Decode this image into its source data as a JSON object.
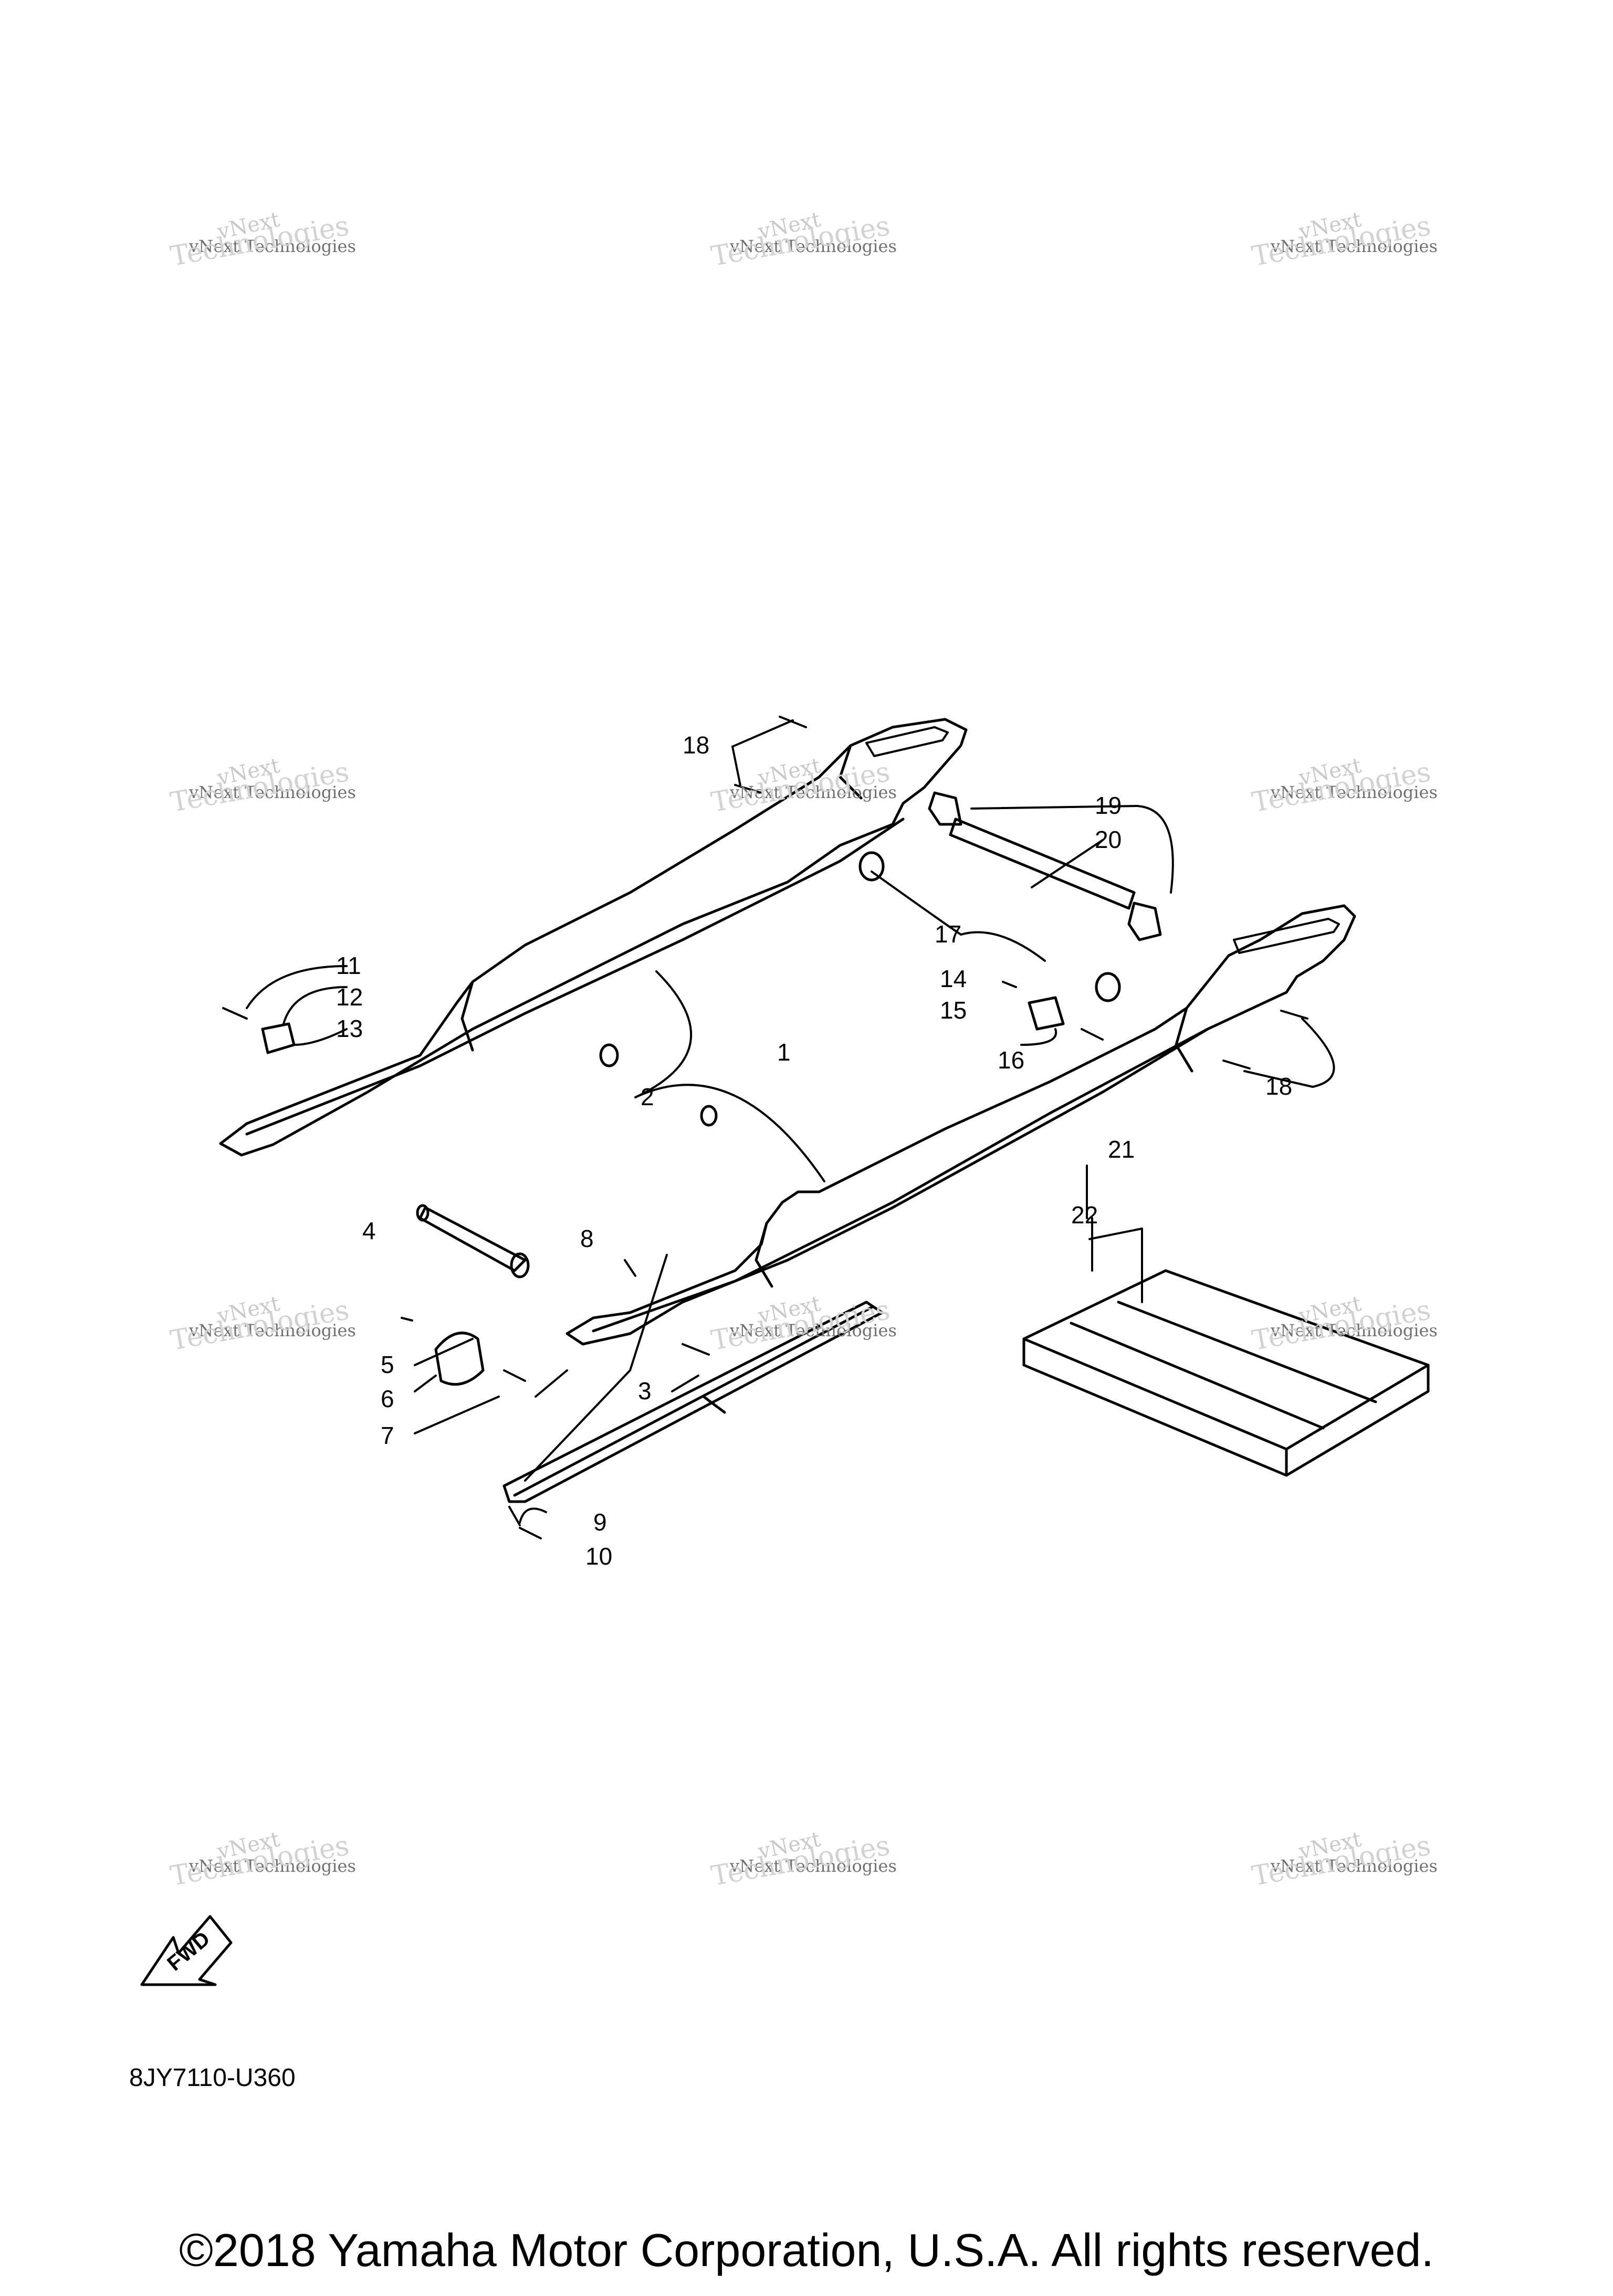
{
  "watermark": {
    "line1": "vNext",
    "line2": "vNext Technologies",
    "line3": "Technologies"
  },
  "callouts": [
    "1",
    "2",
    "3",
    "4",
    "5",
    "6",
    "7",
    "8",
    "9",
    "10",
    "11",
    "12",
    "13",
    "14",
    "15",
    "16",
    "17",
    "18",
    "19",
    "20",
    "21",
    "22"
  ],
  "fwd_label": "FWD",
  "part_code": "8JY7110-U360",
  "copyright": "©2018 Yamaha Motor Corporation, U.S.A. All rights reserved."
}
